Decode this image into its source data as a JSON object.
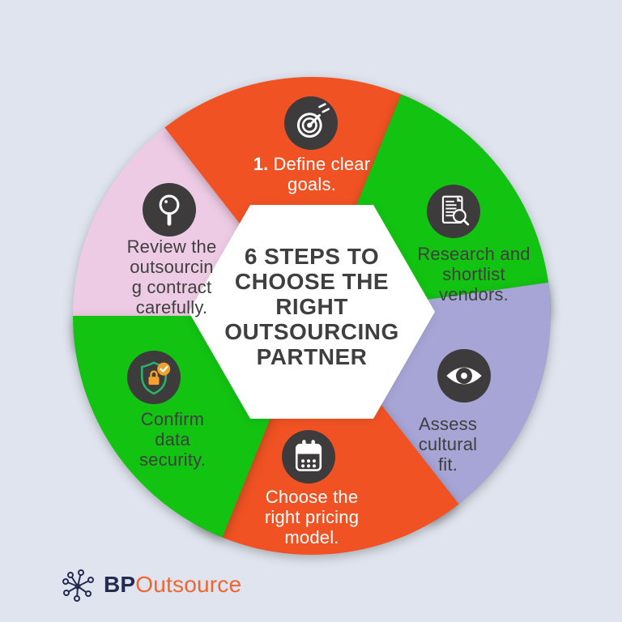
{
  "title": {
    "lines": "6 STEPS TO\nCHOOSE THE\nRIGHT\nOUTSOURCING\nPARTNER"
  },
  "steps": [
    {
      "number": "1.",
      "text": "Define clear\ngoals.",
      "icon": "target-icon",
      "position": "top",
      "segment_color": "#F05223",
      "text_color": "#FFFFFF"
    },
    {
      "text": "Research and\nshortlist\nvendors.",
      "icon": "document-search-icon",
      "position": "top-right",
      "segment_color": "#12C312",
      "text_color": "#3F3F3F"
    },
    {
      "text": "Assess\ncultural\nfit.",
      "icon": "eye-icon",
      "position": "bottom-right",
      "segment_color": "#A7A5D6",
      "text_color": "#3F3F3F"
    },
    {
      "text": "Choose the\nright pricing\nmodel.",
      "icon": "calendar-icon",
      "position": "bottom",
      "segment_color": "#F05223",
      "text_color": "#FFFFFF"
    },
    {
      "text": "Confirm\ndata\nsecurity.",
      "icon": "shield-lock-icon",
      "position": "bottom-left",
      "segment_color": "#12C312",
      "text_color": "#3F3F3F"
    },
    {
      "text": "Review the\noutsourcin\ng contract\ncarefully.",
      "icon": "magnifier-icon",
      "position": "top-left",
      "segment_color": "#EECBE5",
      "text_color": "#3F3F3F"
    }
  ],
  "logo": {
    "bp": "BP",
    "outsource": "Outsource"
  },
  "colors": {
    "background": "#DFE4EE",
    "orange": "#F05223",
    "green": "#12C312",
    "lavender": "#A7A5D6",
    "pink": "#EECBE5",
    "hexagon": "#FFFFFF",
    "icon_circle": "#3D3B3B",
    "title_text": "#3F3F3F",
    "light_text": "#FFFFFF",
    "logo_navy": "#232C50",
    "logo_orange": "#F0662F",
    "shield_green": "#2BB167",
    "lock_orange": "#F5A02C"
  }
}
